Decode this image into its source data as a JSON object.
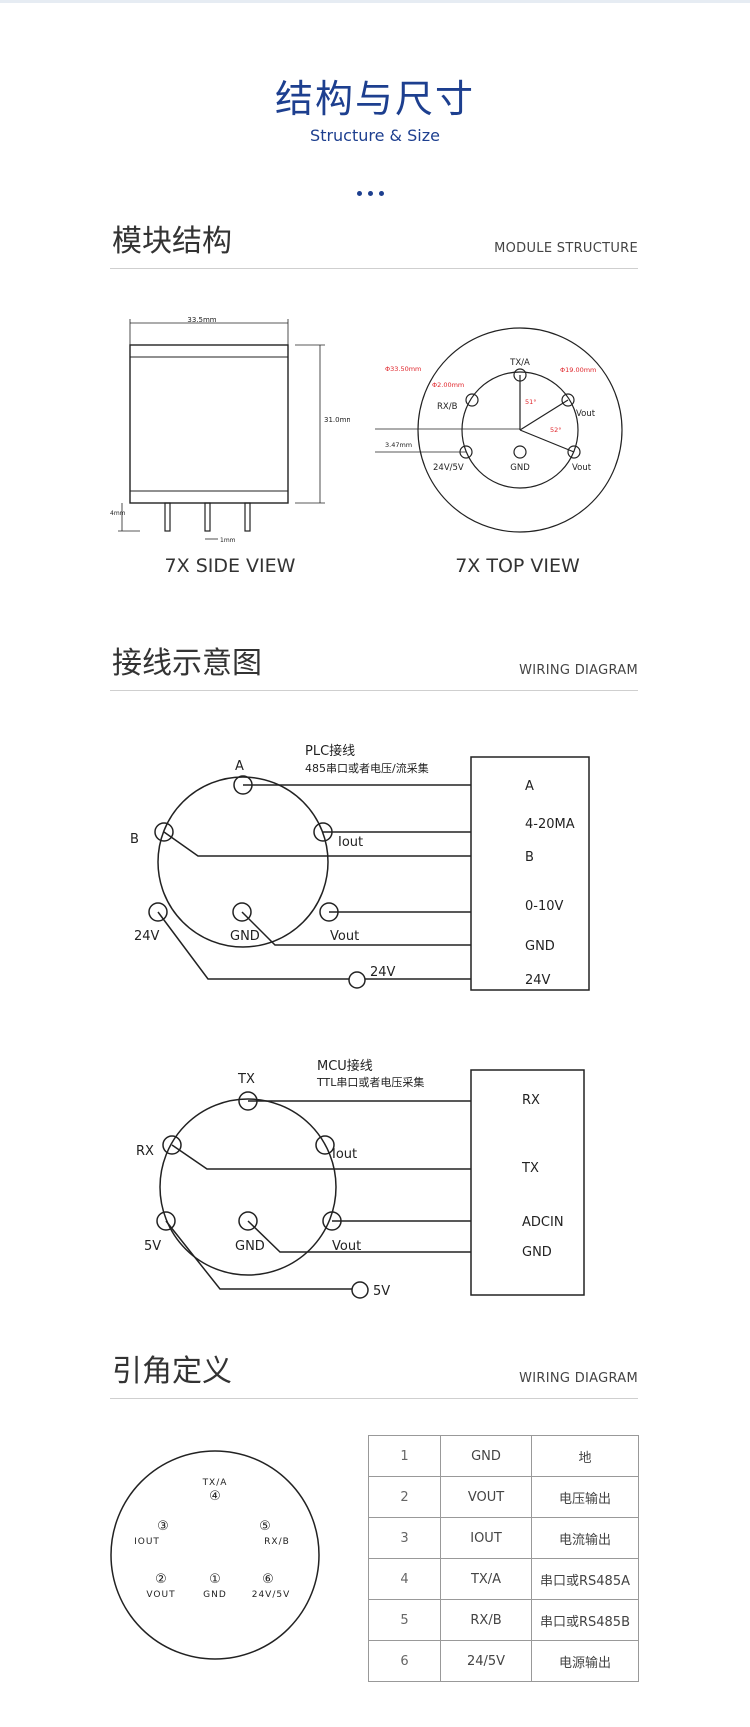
{
  "header": {
    "title_cn": "结构与尺寸",
    "title_en": "Structure & Size"
  },
  "sections": {
    "module": {
      "cn": "模块结构",
      "en": "MODULE STRUCTURE"
    },
    "wiring": {
      "cn": "接线示意图",
      "en": "WIRING DIAGRAM"
    },
    "pins": {
      "cn": "引角定义",
      "en": "WIRING DIAGRAM"
    }
  },
  "side_view": {
    "caption": "7X SIDE VIEW",
    "width_label": "33.5mm",
    "height_label": "31.0mm",
    "pin_length_label": "4mm",
    "pin_dia_label": "1mm"
  },
  "top_view": {
    "caption": "7X TOP VIEW",
    "outer_dia_label": "Φ33.50mm",
    "inner_dia_label": "Φ19.00mm",
    "pin_dia_label": "Φ2.00mm",
    "offset_label": "3.47mm",
    "angle1": "51°",
    "angle2": "52°",
    "pins": {
      "tx": "TX/A",
      "rx": "RX/B",
      "vout1": "Vout",
      "pwr": "24V/5V",
      "gnd": "GND",
      "vout2": "Vout"
    }
  },
  "plc": {
    "title": "PLC接线",
    "subtitle": "485串口或者电压/流采集",
    "pins": {
      "a": "A",
      "b": "B",
      "iout": "Iout",
      "p24": "24V",
      "gnd": "GND",
      "vout": "Vout",
      "ext24": "24V"
    },
    "box": [
      "A",
      "4-20MA",
      "B",
      "0-10V",
      "GND",
      "24V"
    ]
  },
  "mcu": {
    "title": "MCU接线",
    "subtitle": "TTL串口或者电压采集",
    "pins": {
      "tx": "TX",
      "rx": "RX",
      "iout": "Iout",
      "p5": "5V",
      "gnd": "GND",
      "vout": "Vout",
      "ext5": "5V"
    },
    "box": [
      "RX",
      "TX",
      "ADCIN",
      "GND"
    ]
  },
  "pin_diagram": {
    "pins": [
      {
        "num": "④",
        "label": "TX/A"
      },
      {
        "num": "③",
        "label": "IOUT"
      },
      {
        "num": "⑤",
        "label": "RX/B"
      },
      {
        "num": "②",
        "label": "VOUT"
      },
      {
        "num": "①",
        "label": "GND"
      },
      {
        "num": "⑥",
        "label": "24V/5V"
      }
    ]
  },
  "pin_table": [
    {
      "no": "1",
      "name": "GND",
      "desc": "地"
    },
    {
      "no": "2",
      "name": "VOUT",
      "desc": "电压输出"
    },
    {
      "no": "3",
      "name": "IOUT",
      "desc": "电流输出"
    },
    {
      "no": "4",
      "name": "TX/A",
      "desc": "串口或RS485A"
    },
    {
      "no": "5",
      "name": "RX/B",
      "desc": "串口或RS485B"
    },
    {
      "no": "6",
      "name": "24/5V",
      "desc": "电源输出"
    }
  ],
  "colors": {
    "accent": "#1d3f8f",
    "dim_red": "#e0252b"
  }
}
